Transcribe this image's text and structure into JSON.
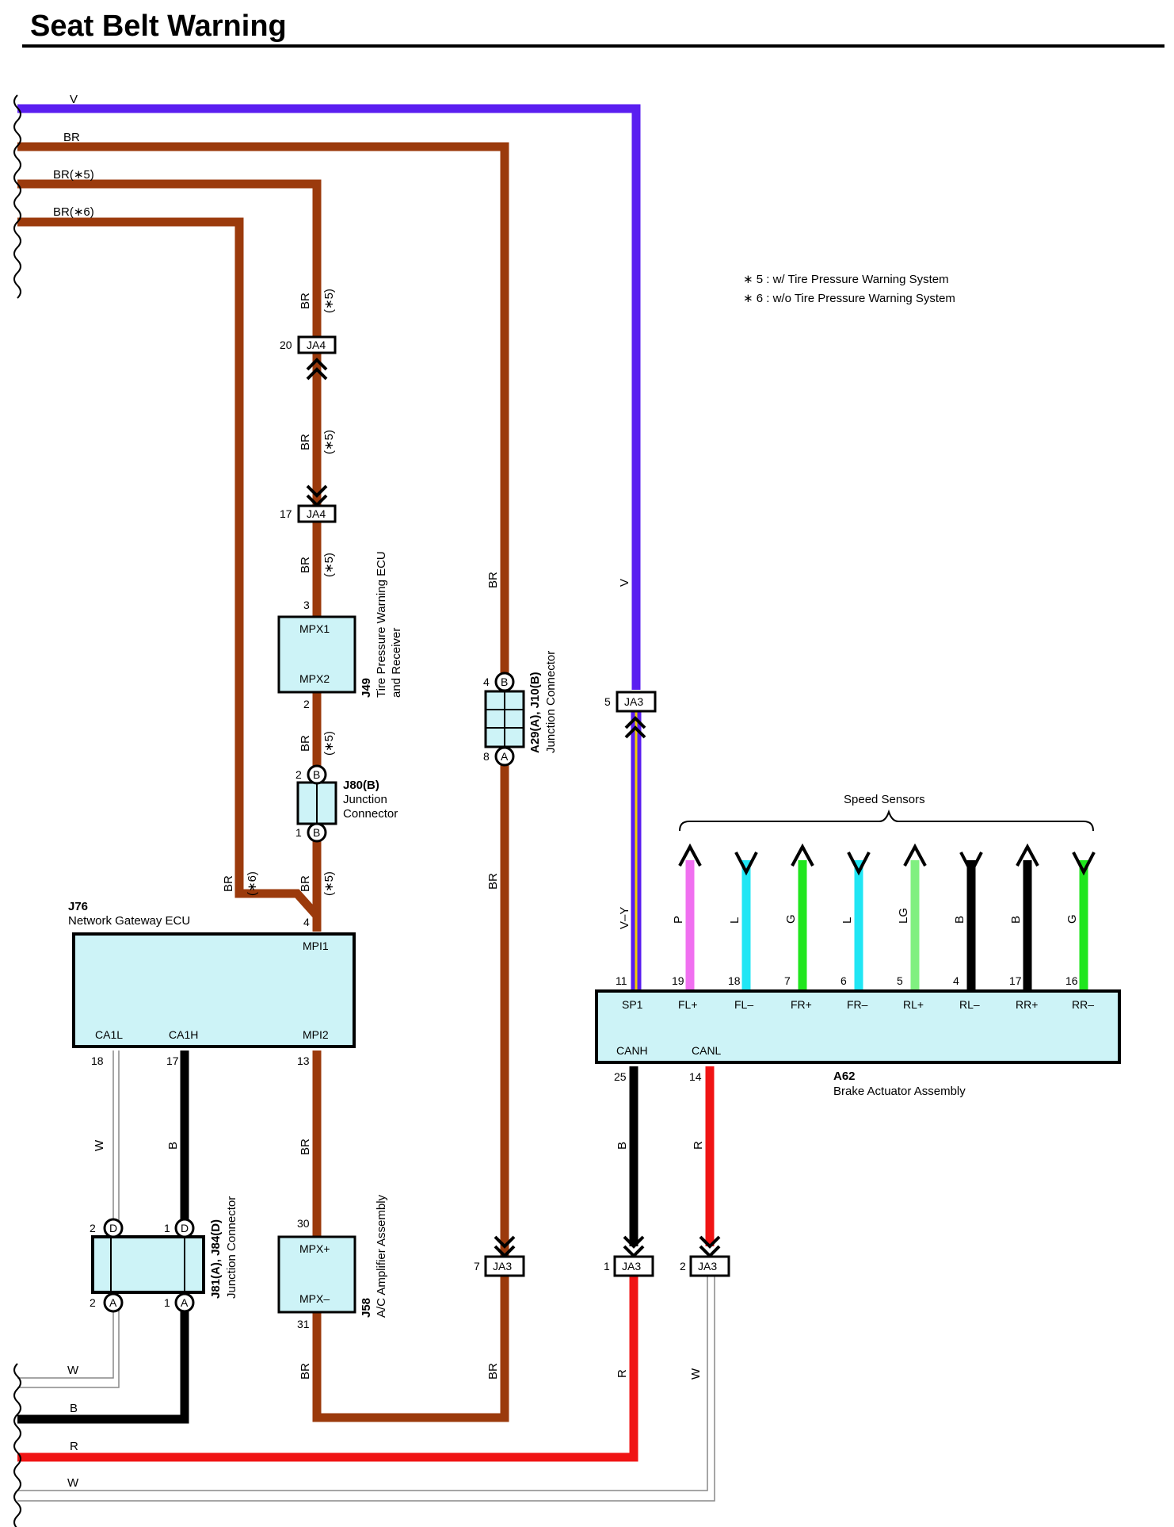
{
  "page": {
    "title": "Seat Belt Warning"
  },
  "colors": {
    "violet": "#5a1ef0",
    "brown": "#9b3a0c",
    "red": "#f01414",
    "black": "#000000",
    "pink": "#f070f0",
    "cyan": "#20e6f4",
    "green": "#20e61e",
    "light_green": "#80f080",
    "gray": "#9a9a9a",
    "box_fill": "#cdf3f7",
    "yellow": "#f0d000"
  },
  "left_wires": {
    "v": "V",
    "br": "BR",
    "br5": "BR(∗5)",
    "br6": "BR(∗6)",
    "w_top": "W",
    "b": "B",
    "r": "R",
    "w_bot": "W"
  },
  "notes": {
    "n5": "∗ 5 : w/ Tire Pressure Warning System",
    "n6": "∗ 6 : w/o Tire Pressure Warning System"
  },
  "wire_codes": {
    "br": "BR",
    "v": "V",
    "vy": "V–Y",
    "w": "W",
    "b": "B",
    "r": "R",
    "opt5": "(∗5)",
    "opt6": "(∗6)"
  },
  "connectors": {
    "ja4_upper": {
      "name": "JA4",
      "pin": "20"
    },
    "ja4_lower": {
      "name": "JA4",
      "pin": "17"
    },
    "ja3_v": {
      "name": "JA3",
      "pin": "5"
    },
    "ja3_br": {
      "name": "JA3",
      "pin": "7"
    },
    "ja3_b": {
      "name": "JA3",
      "pin": "1"
    },
    "ja3_w": {
      "name": "JA3",
      "pin": "2"
    }
  },
  "components": {
    "j49": {
      "id": "J49",
      "desc1": "Tire Pressure Warning ECU",
      "desc2": "and Receiver",
      "pin_top": "MPX1",
      "pin_bottom": "MPX2",
      "pin_num_top": "3",
      "pin_num_bottom": "2"
    },
    "j80": {
      "id": "J80(B)",
      "desc1": "Junction",
      "desc2": "Connector",
      "pin_top": "2",
      "pin_bottom": "1",
      "letter": "B"
    },
    "a29": {
      "id": "A29(A), J10(B)",
      "desc": "Junction Connector",
      "pin_top": "4",
      "pin_bottom": "8",
      "letter_top": "B",
      "letter_bottom": "A"
    },
    "j76": {
      "id": "J76",
      "desc": "Network Gateway ECU",
      "mpi1": "MPI1",
      "mpi2": "MPI2",
      "ca1l": "CA1L",
      "ca1h": "CA1H",
      "pin_mpi1": "4",
      "pin_ca1l": "18",
      "pin_ca1h": "17",
      "pin_mpi2": "13"
    },
    "j81": {
      "id": "J81(A), J84(D)",
      "desc": "Junction Connector",
      "pin_d_left": "2",
      "pin_d_right": "1",
      "pin_a_left": "2",
      "pin_a_right": "1",
      "letter_d": "D",
      "letter_a": "A"
    },
    "j58": {
      "id": "J58",
      "desc": "A/C Amplifier Assembly",
      "pin_top": "MPX+",
      "pin_bottom": "MPX–",
      "pin_num_top": "30",
      "pin_num_bottom": "31"
    },
    "a62": {
      "id": "A62",
      "desc": "Brake Actuator Assembly",
      "canh": "CANH",
      "canl": "CANL",
      "pin_canh": "25",
      "pin_canl": "14"
    }
  },
  "speed_sensors": {
    "label": "Speed Sensors",
    "terminals": [
      {
        "name": "SP1",
        "pin": "11",
        "color": "V–Y"
      },
      {
        "name": "FL+",
        "pin": "19",
        "color": "P",
        "dir": "up"
      },
      {
        "name": "FL–",
        "pin": "18",
        "color": "L",
        "dir": "down"
      },
      {
        "name": "FR+",
        "pin": "7",
        "color": "G",
        "dir": "up"
      },
      {
        "name": "FR–",
        "pin": "6",
        "color": "L",
        "dir": "down"
      },
      {
        "name": "RL+",
        "pin": "5",
        "color": "LG",
        "dir": "up"
      },
      {
        "name": "RL–",
        "pin": "4",
        "color": "B",
        "dir": "down"
      },
      {
        "name": "RR+",
        "pin": "17",
        "color": "B",
        "dir": "up"
      },
      {
        "name": "RR–",
        "pin": "16",
        "color": "G",
        "dir": "down"
      }
    ]
  }
}
